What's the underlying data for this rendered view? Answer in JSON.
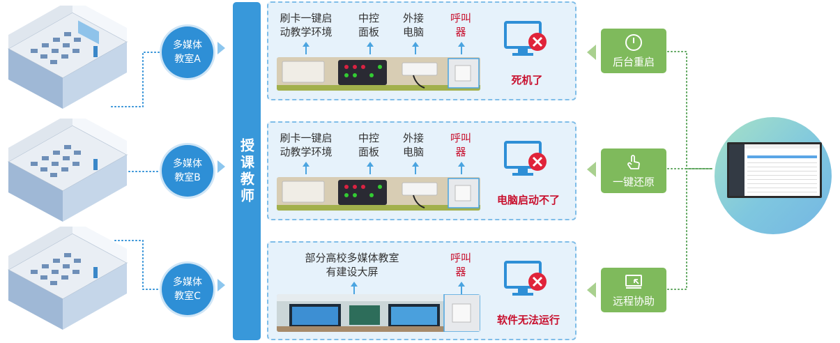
{
  "classrooms": [
    {
      "label_line1": "多媒体",
      "label_line2": "教室A"
    },
    {
      "label_line1": "多媒体",
      "label_line2": "教室B"
    },
    {
      "label_line1": "多媒体",
      "label_line2": "教室C"
    }
  ],
  "teacher_label": "授课教师",
  "scenarios": [
    {
      "devices": [
        {
          "line1": "刷卡一键启",
          "line2": "动教学环境",
          "highlight": false
        },
        {
          "line1": "中控",
          "line2": "面板",
          "highlight": false
        },
        {
          "line1": "外接",
          "line2": "电脑",
          "highlight": false
        },
        {
          "line1": "呼叫",
          "line2": "器",
          "highlight": true
        }
      ],
      "status": "死机了"
    },
    {
      "devices": [
        {
          "line1": "刷卡一键启",
          "line2": "动教学环境",
          "highlight": false
        },
        {
          "line1": "中控",
          "line2": "面板",
          "highlight": false
        },
        {
          "line1": "外接",
          "line2": "电脑",
          "highlight": false
        },
        {
          "line1": "呼叫",
          "line2": "器",
          "highlight": true
        }
      ],
      "status": "电脑启动不了"
    },
    {
      "devices": [
        {
          "line1": "部分高校多媒体教室",
          "line2": "有建设大屏",
          "highlight": false
        },
        {
          "line1": "呼叫",
          "line2": "器",
          "highlight": true
        }
      ],
      "status": "软件无法运行"
    }
  ],
  "actions": [
    {
      "label": "后台重启",
      "icon": "power-icon"
    },
    {
      "label": "一键还原",
      "icon": "tap-icon"
    },
    {
      "label": "远程协助",
      "icon": "remote-screen-icon"
    }
  ],
  "colors": {
    "primary_blue": "#2e8fd6",
    "teacher_bar": "#3898da",
    "panel_bg": "#e6f2fb",
    "alert_red": "#c8102e",
    "action_green": "#7fba5c"
  }
}
